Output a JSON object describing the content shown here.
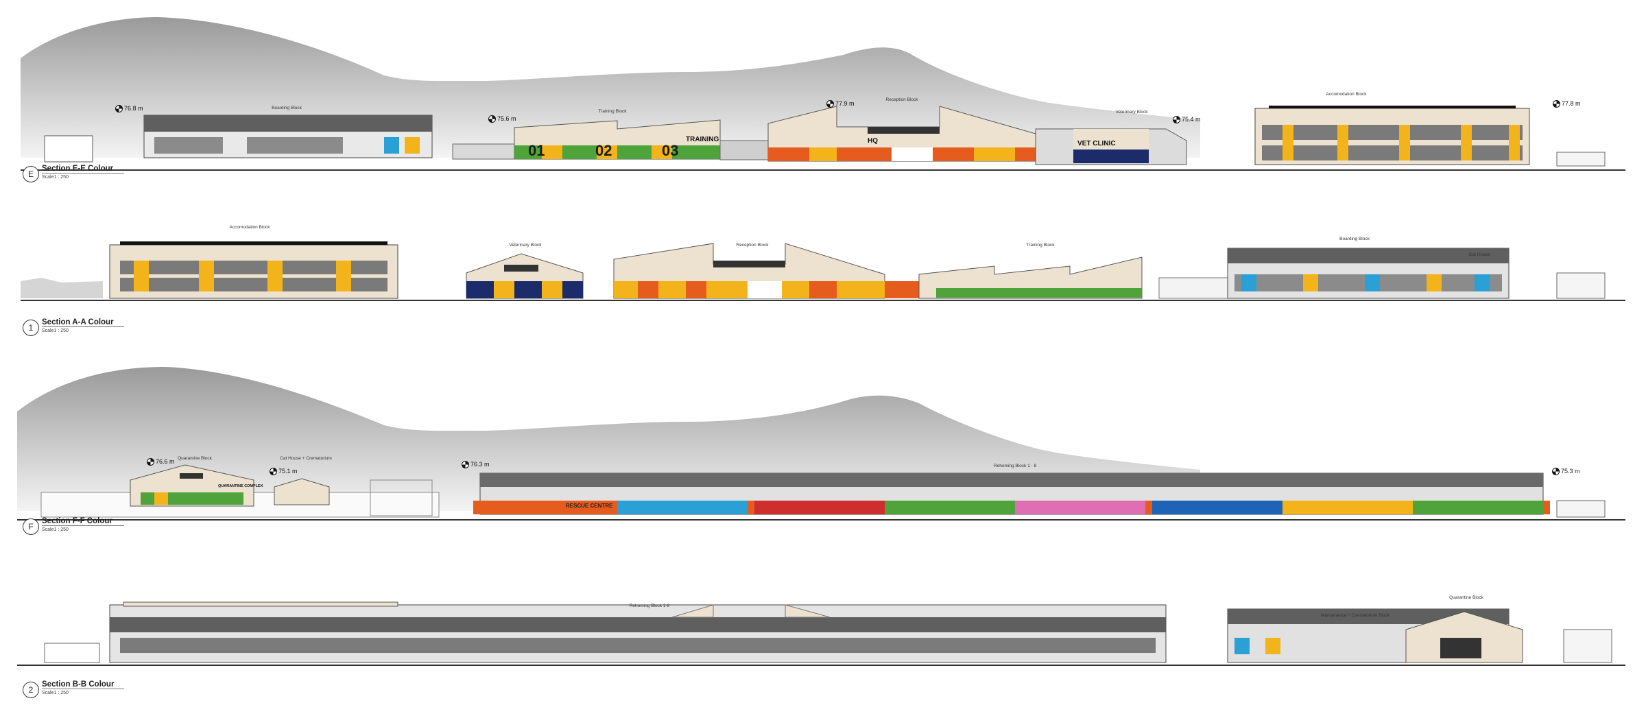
{
  "sections": [
    {
      "id": "E",
      "marker": "E",
      "title": "Section E-E Colour",
      "scale": "Scale1 : 250",
      "block_labels": [
        "Boarding Block",
        "Training Block",
        "Reception Block",
        "Veterinary Block",
        "Accomodation Block"
      ],
      "levels": [
        "76.8 m",
        "75.6 m",
        "77.9 m",
        "75.4 m",
        "77.8 m"
      ],
      "signs": [
        "TRAINING",
        "HQ",
        "VET CLINIC"
      ],
      "numbers": [
        "01",
        "02",
        "03"
      ]
    },
    {
      "id": "A",
      "marker": "1",
      "title": "Section A-A Colour",
      "scale": "Scale1 : 250",
      "block_labels": [
        "Accomodation Block",
        "Veterinary Block",
        "Reception Block",
        "Training Block",
        "Boarding Block",
        "Cat House"
      ]
    },
    {
      "id": "F",
      "marker": "F",
      "title": "Section F-F Colour",
      "scale": "Scale1 : 250",
      "block_labels": [
        "Quarantine Block",
        "Cat House + Crematorium",
        "Rehoming Block 1 - 8"
      ],
      "levels": [
        "76.6 m",
        "75.1 m",
        "76.3 m",
        "75.3 m"
      ],
      "signs": [
        "QUARANTINE COMPLEX",
        "RESCUE CENTRE"
      ]
    },
    {
      "id": "B",
      "marker": "2",
      "title": "Section B-B Colour",
      "scale": "Scale1 : 250",
      "block_labels": [
        "Rehoming Block 1-8",
        "Maintenance + Crematorium Block",
        "Quarantine Block"
      ]
    }
  ],
  "colors": {
    "beige": "#ece2cf",
    "grey_dark": "#5e5e5e",
    "grey_mid": "#9a9a9a",
    "yellow": "#f2b31b",
    "blue": "#1e63b5",
    "cyan": "#2aa0d6",
    "green": "#4ea43a",
    "orange": "#e65c1e",
    "red": "#cf2e2e",
    "pink": "#de6fb3",
    "navy": "#1c2c6b",
    "mountain": "#a8a8a8"
  }
}
